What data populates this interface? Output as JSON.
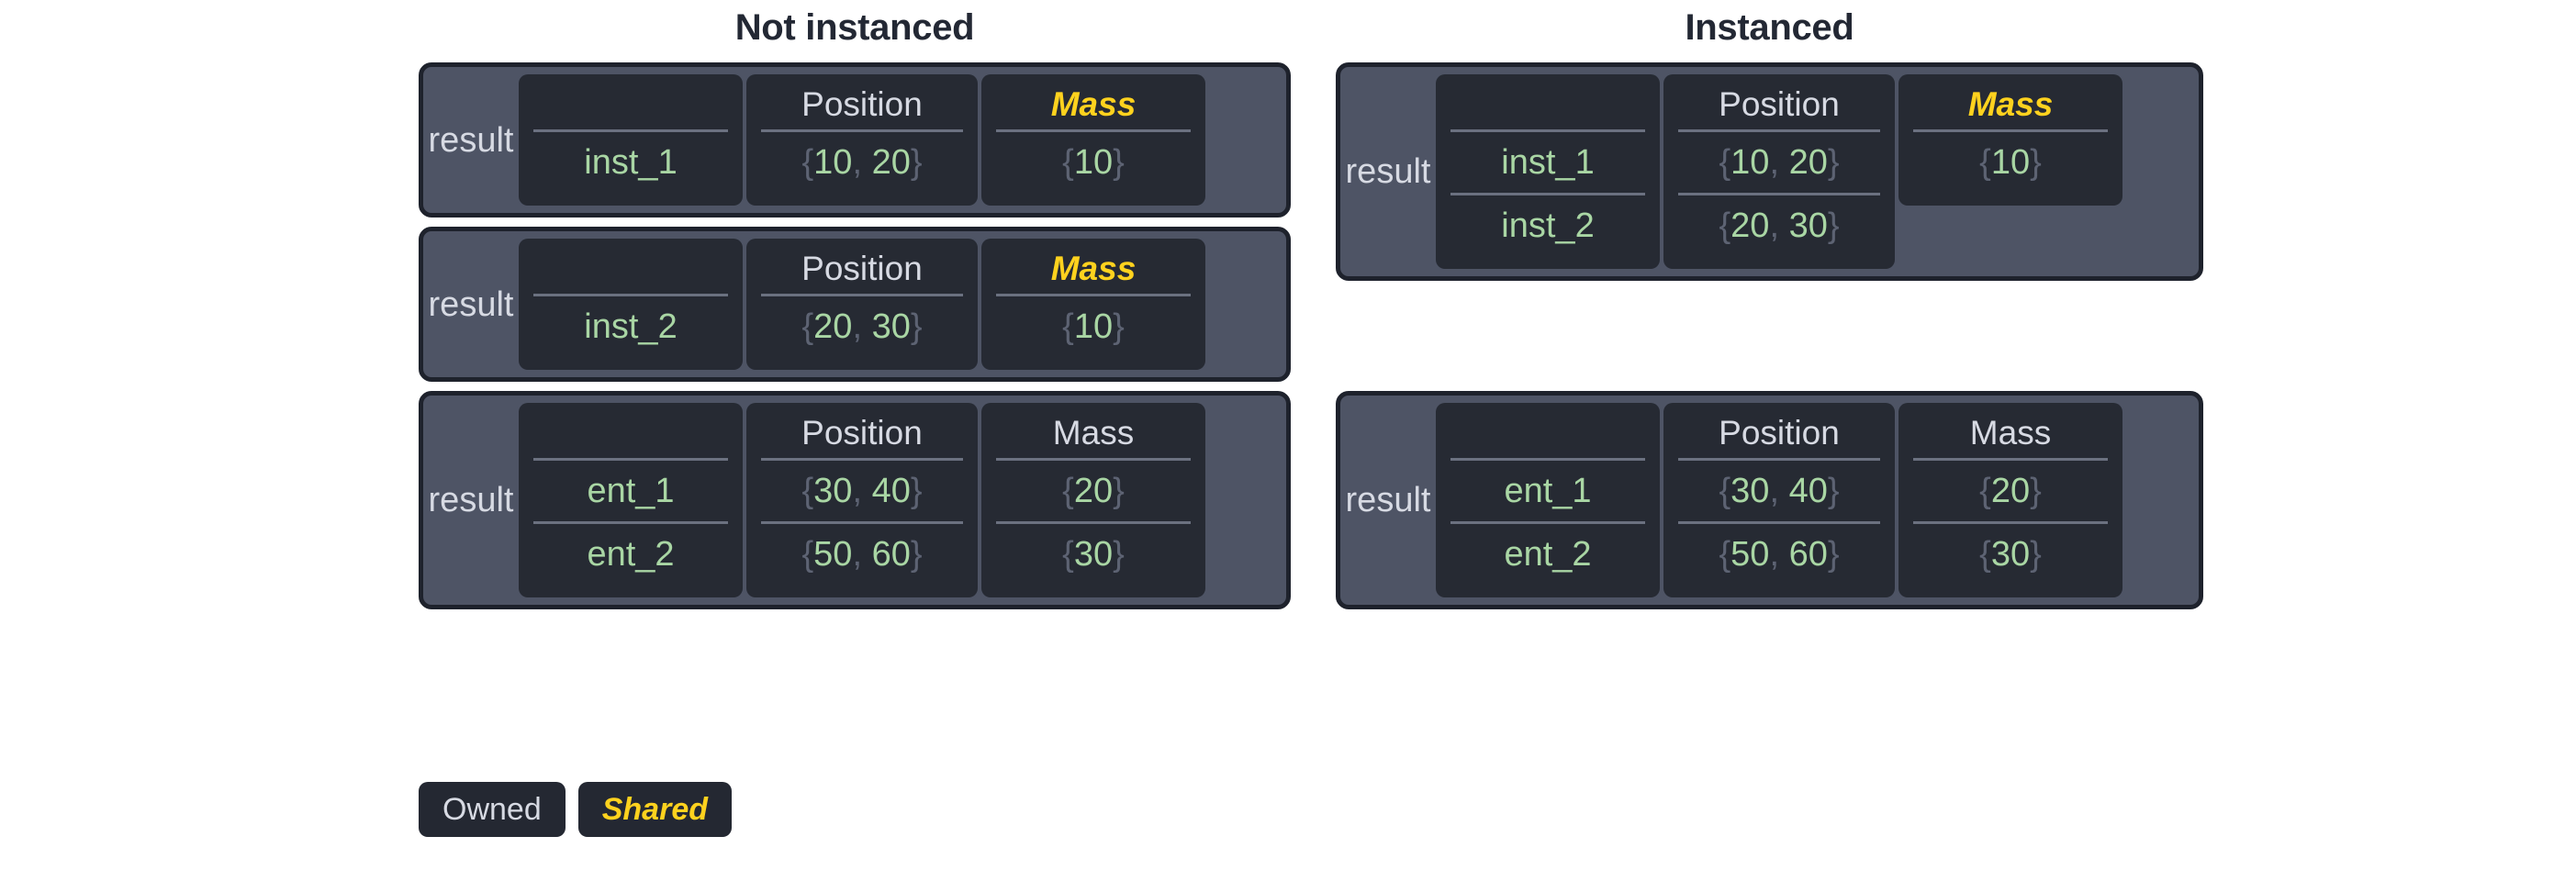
{
  "columns": [
    {
      "key": "not_instanced",
      "title": "Not instanced",
      "cards": [
        {
          "label": "result",
          "columns": [
            {
              "role": "name",
              "header": "",
              "shared": false,
              "rows": [
                "inst_1"
              ]
            },
            {
              "role": "position",
              "header": "Position",
              "shared": false,
              "rows": [
                "{10, 20}"
              ]
            },
            {
              "role": "mass",
              "header": "Mass",
              "shared": true,
              "rows": [
                "{10}"
              ]
            }
          ]
        },
        {
          "label": "result",
          "columns": [
            {
              "role": "name",
              "header": "",
              "shared": false,
              "rows": [
                "inst_2"
              ]
            },
            {
              "role": "position",
              "header": "Position",
              "shared": false,
              "rows": [
                "{20, 30}"
              ]
            },
            {
              "role": "mass",
              "header": "Mass",
              "shared": true,
              "rows": [
                "{10}"
              ]
            }
          ]
        },
        {
          "label": "result",
          "columns": [
            {
              "role": "name",
              "header": "",
              "shared": false,
              "rows": [
                "ent_1",
                "ent_2"
              ]
            },
            {
              "role": "position",
              "header": "Position",
              "shared": false,
              "rows": [
                "{30, 40}",
                "{50, 60}"
              ]
            },
            {
              "role": "mass",
              "header": "Mass",
              "shared": false,
              "rows": [
                "{20}",
                "{30}"
              ]
            }
          ]
        }
      ]
    },
    {
      "key": "instanced",
      "title": "Instanced",
      "cards": [
        {
          "label": "result",
          "columns": [
            {
              "role": "name",
              "header": "",
              "shared": false,
              "rows": [
                "inst_1",
                "inst_2"
              ]
            },
            {
              "role": "position",
              "header": "Position",
              "shared": false,
              "rows": [
                "{10, 20}",
                "{20, 30}"
              ]
            },
            {
              "role": "mass",
              "header": "Mass",
              "shared": true,
              "rows": [
                "{10}"
              ]
            }
          ]
        },
        {
          "label": "result",
          "columns": [
            {
              "role": "name",
              "header": "",
              "shared": false,
              "rows": [
                "ent_1",
                "ent_2"
              ]
            },
            {
              "role": "position",
              "header": "Position",
              "shared": false,
              "rows": [
                "{30, 40}",
                "{50, 60}"
              ]
            },
            {
              "role": "mass",
              "header": "Mass",
              "shared": false,
              "rows": [
                "{20}",
                "{30}"
              ]
            }
          ]
        }
      ]
    }
  ],
  "legend": {
    "items": [
      {
        "label": "Owned",
        "shared": false
      },
      {
        "label": "Shared",
        "shared": true
      }
    ]
  },
  "colors": {
    "page_background": "#ffffff",
    "title_text": "#232834",
    "card_fill": "#4e5465",
    "card_border": "#1e222c",
    "data_column_fill": "#262a33",
    "header_text": "#d7dae3",
    "value_green": "#a9d6a4",
    "brace_gray": "#5d6373",
    "divider": "#6b7180",
    "shared_yellow": "#ffd21e",
    "legend_chip_fill": "#242832"
  },
  "layout": {
    "card_vertical_gaps": {
      "not_instanced": [
        10,
        10
      ],
      "instanced": [
        120
      ]
    }
  }
}
